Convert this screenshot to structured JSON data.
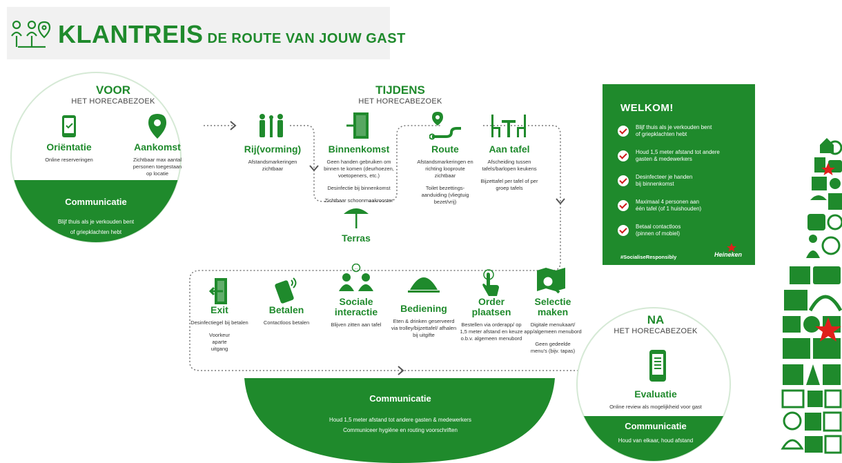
{
  "header": {
    "title": "KLANTREIS",
    "subtitle": "DE ROUTE VAN JOUW GAST"
  },
  "colors": {
    "brand_green": "#1f8a2c",
    "accent_red": "#d01818",
    "header_bg": "#f1f1f1"
  },
  "voor": {
    "title": "VOOR",
    "subtitle": "HET HORECABEZOEK",
    "steps": [
      {
        "label": "Oriëntatie",
        "desc": "Online reserveringen",
        "icon": "phone-check-icon"
      },
      {
        "label": "Aankomst",
        "desc": "Zichtbaar max aantal personen toegestaan op locatie",
        "icon": "location-pin-icon"
      }
    ],
    "communicatie": {
      "title": "Communicatie",
      "text_1": "Blijf thuis als je verkouden bent",
      "text_2": "of griepklachten hebt"
    }
  },
  "tijdens": {
    "title": "TIJDENS",
    "subtitle": "HET HORECABEZOEK",
    "top_steps": [
      {
        "label": "Rij(vorming)",
        "desc": "Afstandsmarkeringen zichtbaar",
        "icon": "queue-icon"
      },
      {
        "label": "Binnenkomst",
        "desc": "Geen handen gebruiken om binnen te komen (deurhoezen, voetopeners, etc.)",
        "desc_2": "Desinfectie bij binnenkomst",
        "desc_3": "Zichtbaar schoonmaakrooster",
        "icon": "door-enter-icon"
      },
      {
        "label": "Route",
        "desc": "Afstandsmarkeringen en richting looproute zichtbaar",
        "desc_2": "Toilet bezettings-aanduiding (vliegtuig bezet/vrij)",
        "icon": "route-icon"
      },
      {
        "label": "Aan tafel",
        "desc": "Afscheiding tussen tafels/barlopen keukens",
        "desc_2": "Bijzettafel per tafel of per groep tafels",
        "icon": "table-chairs-icon"
      }
    ],
    "terras": {
      "label": "Terras",
      "icon": "parasol-icon"
    },
    "bottom_steps": [
      {
        "label": "Exit",
        "desc": "Desinfectiegel bij betalen",
        "desc_2": "Voorkeur aparte uitgang",
        "icon": "door-exit-icon"
      },
      {
        "label": "Betalen",
        "desc": "Contactloos betalen",
        "icon": "contactless-card-icon"
      },
      {
        "label_1": "Sociale",
        "label_2": "interactie",
        "desc": "Blijven zitten aan tafel",
        "icon": "people-chat-icon"
      },
      {
        "label": "Bediening",
        "desc": "Eten & drinken geserveerd via trolley/bijzettafel/ afhalen bij uitgifte",
        "icon": "cloche-icon"
      },
      {
        "label_1": "Order",
        "label_2": "plaatsen",
        "desc": "Bestellen via orderapp/ op 1,5 meter afstand en keuze o.b.v. algemeen menubord",
        "icon": "tap-hand-icon"
      },
      {
        "label_1": "Selectie",
        "label_2": "maken",
        "desc": "Digitale menukaart/ app/algemeen menubord",
        "desc_2": "Geen gedeelde menu's (bijv. tapas)",
        "icon": "map-search-icon"
      }
    ],
    "communicatie": {
      "title": "Communicatie",
      "text_1": "Houd 1,5 meter afstand tot andere gasten & medewerkers",
      "text_2": "Communiceer hygiëne en routing voorschriften"
    }
  },
  "na": {
    "title": "NA",
    "subtitle": "HET HORECABEZOEK",
    "step": {
      "label": "Evaluatie",
      "desc": "Online review als mogelijkheid voor gast",
      "icon": "phone-list-icon"
    },
    "communicatie": {
      "title": "Communicatie",
      "text_1": "Houd van elkaar, houd afstand"
    }
  },
  "welkom": {
    "title": "WELKOM!",
    "items": [
      {
        "line_1": "Blijf thuis als je verkouden bent",
        "line_2": "of griepklachten hebt"
      },
      {
        "line_1": "Houd 1,5  meter afstand tot andere",
        "line_2": "gasten & medewerkers"
      },
      {
        "line_1": "Desinfecteer je handen",
        "line_2": "bij binnenkomst"
      },
      {
        "line_1": "Maximaal 4 personen aan",
        "line_2": "één tafel (of 1 huishouden)"
      },
      {
        "line_1": "Betaal contactloos",
        "line_2": "(pinnen of mobiel)"
      }
    ],
    "hashtag": "#SocialiseResponsibly",
    "brand": "Heineken"
  }
}
